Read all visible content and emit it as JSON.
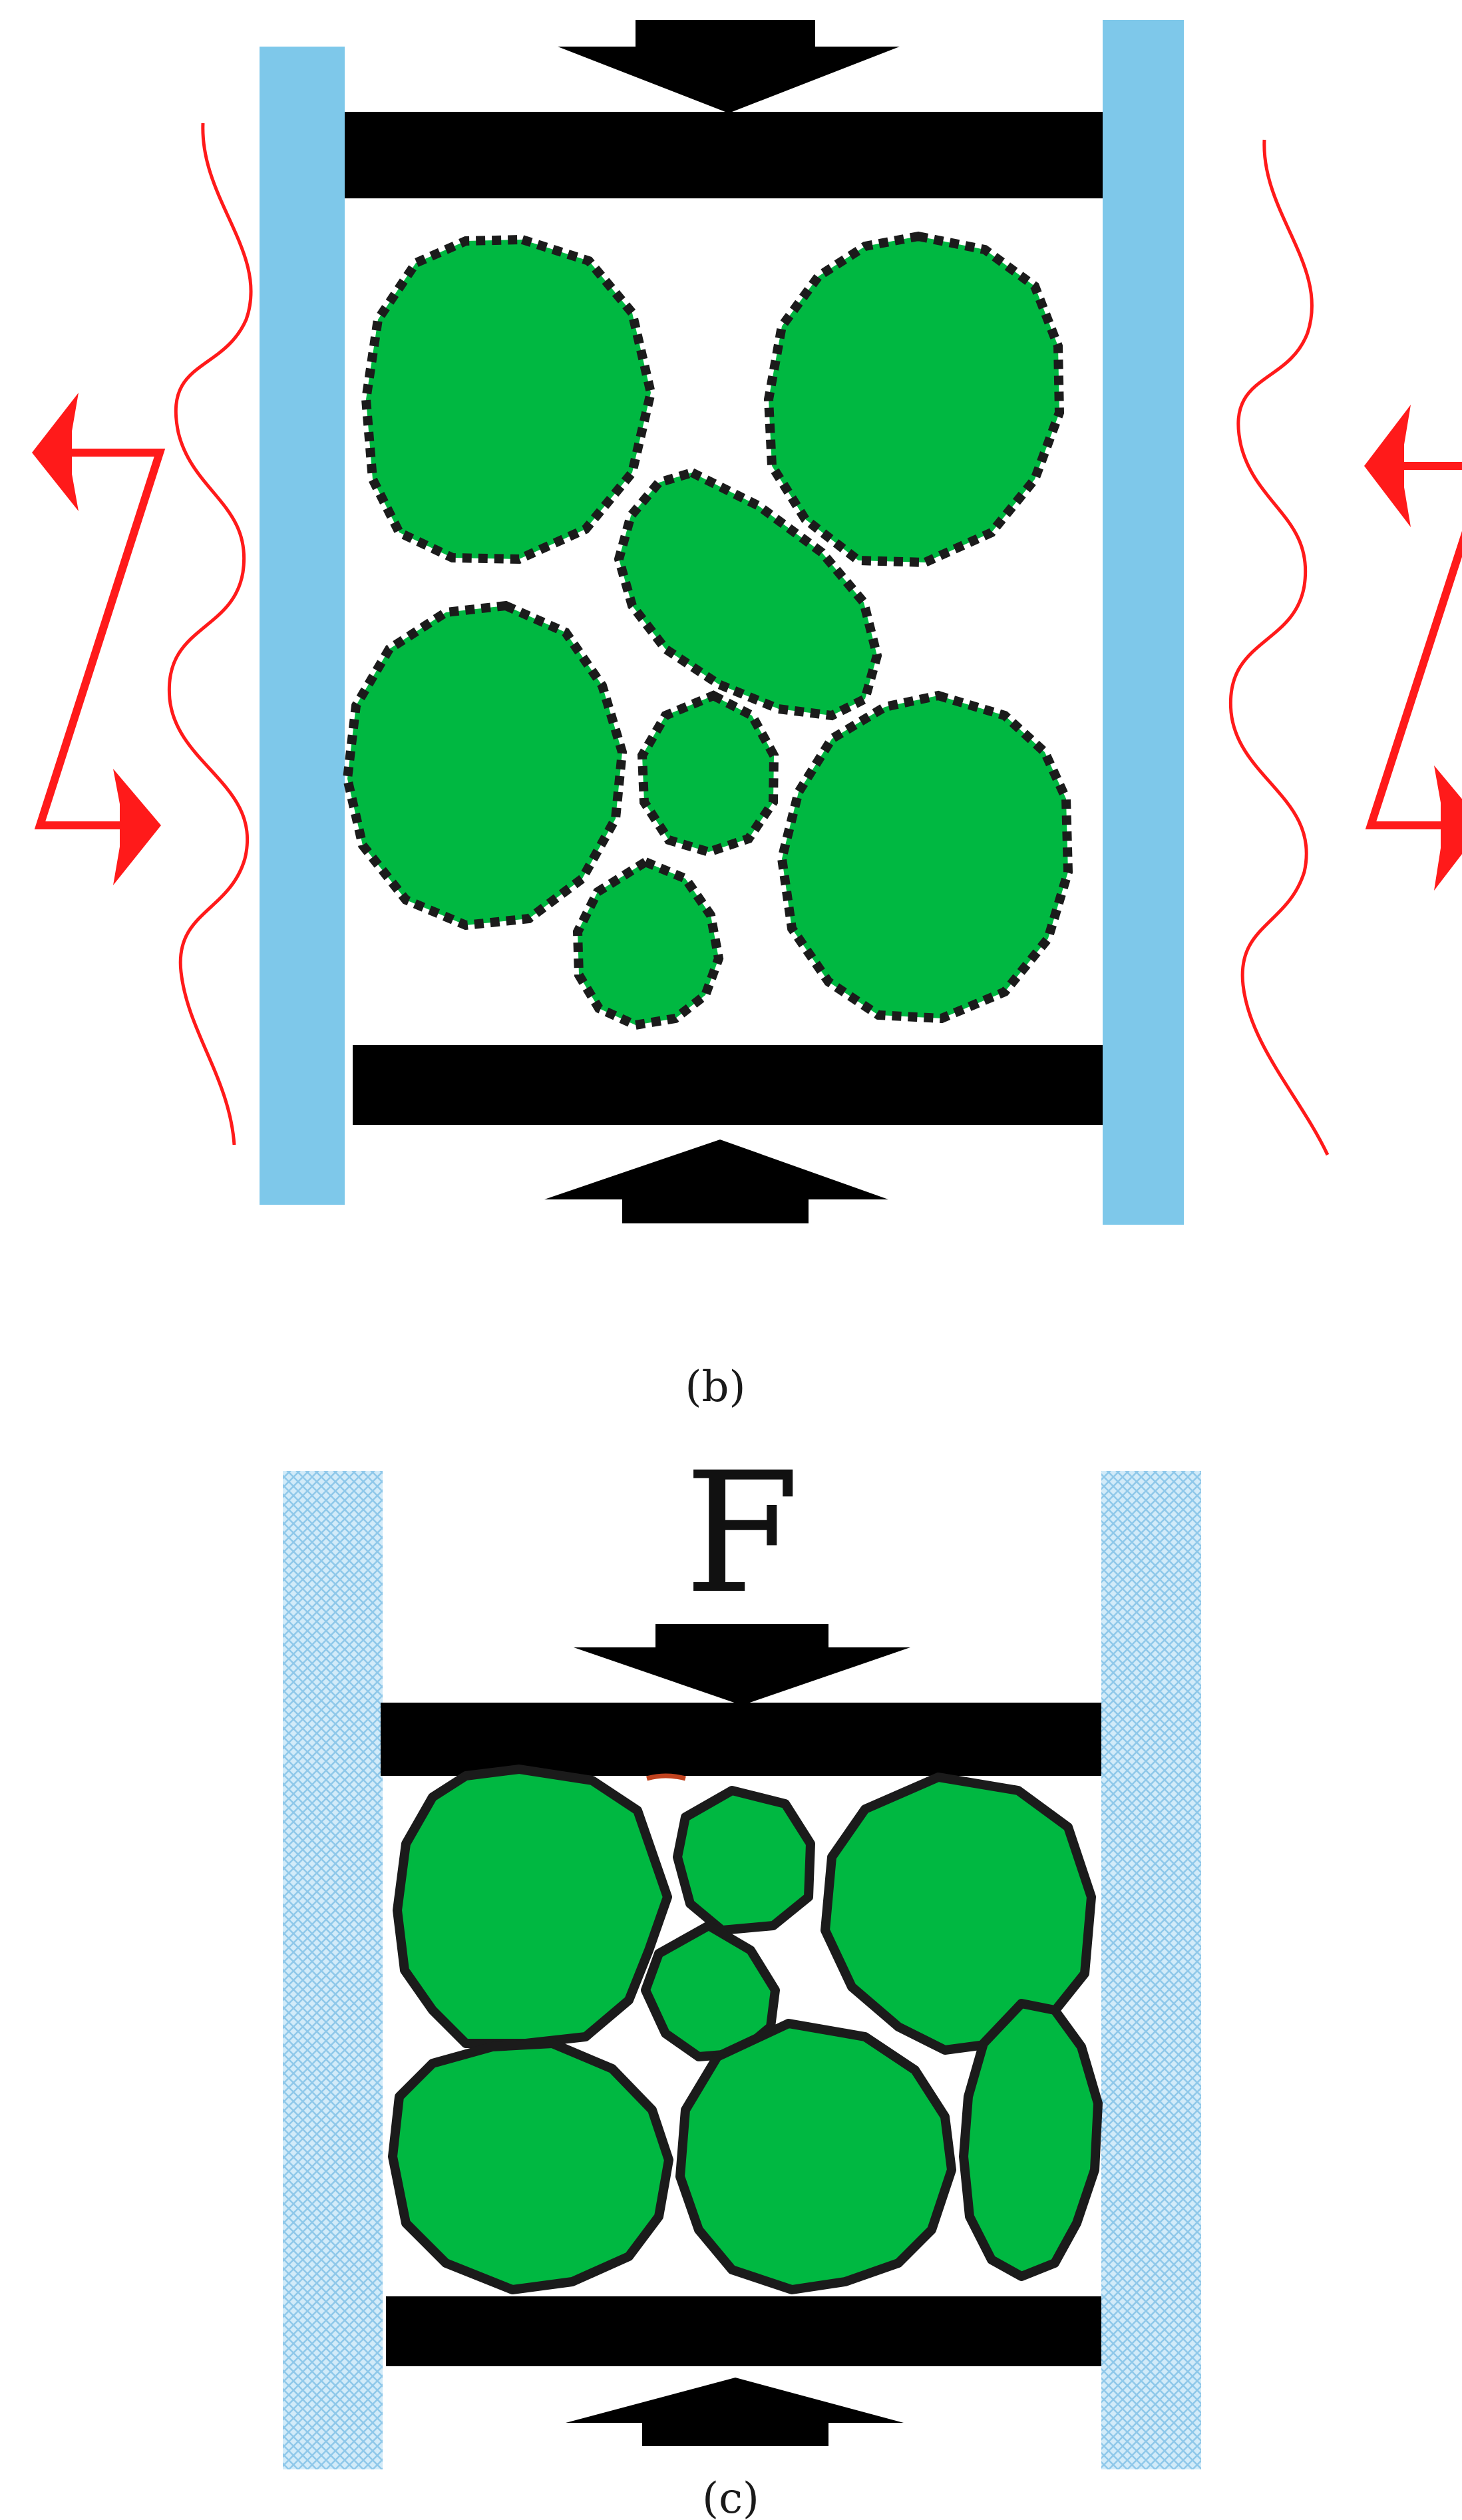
{
  "panels": [
    {
      "id": "b",
      "caption": "(b)"
    },
    {
      "id": "c",
      "caption": "(c)",
      "force_label": "F"
    }
  ],
  "colors": {
    "particle_fill": "#00b841",
    "plate": "#000000",
    "wall_solid": "#7ec8ea",
    "wall_hatched": "#a9d7f0",
    "heat_and_vibration": "#ff1a1a",
    "outline": "#1b1b1b"
  }
}
